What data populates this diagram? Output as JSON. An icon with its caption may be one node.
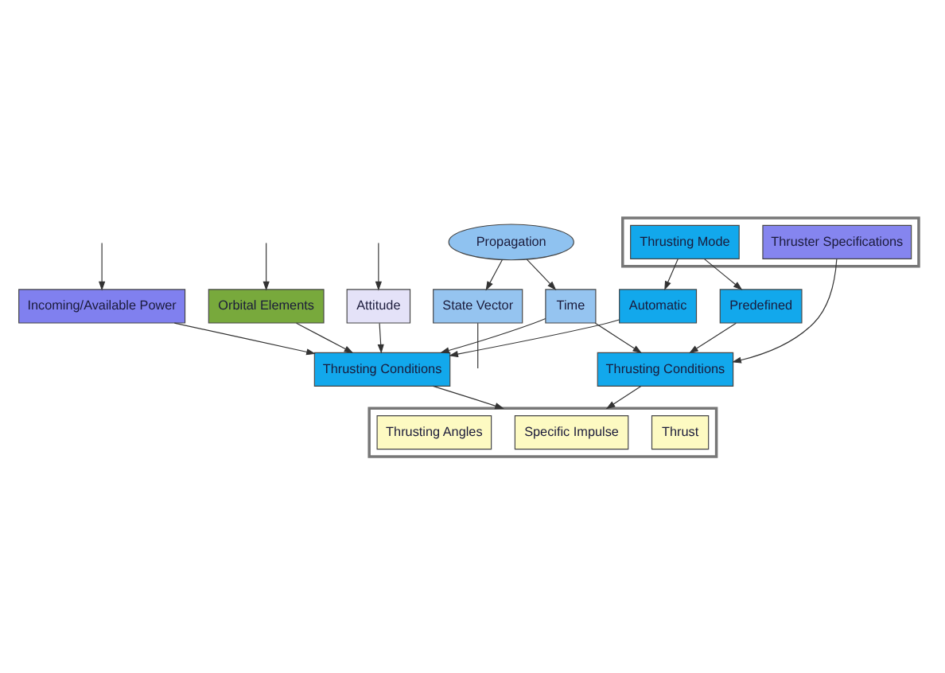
{
  "diagram": {
    "nodes": [
      {
        "text": [],
        "shape": "box"
      },
      {
        "text": [
          "Thrusting Mode"
        ],
        "in": 0
      },
      {
        "text": [
          "Thruster Specifications"
        ],
        "in": 0
      },
      {
        "text": [
          "Propagation"
        ]
      },
      {
        "text": [
          "Predefined"
        ]
      },
      {
        "text": [
          "Thrusting Conditions"
        ]
      },
      {
        "text": [
          "Time"
        ]
      },
      {
        "text": [
          "State Vector"
        ]
      },
      {
        "text": [
          "Automatic"
        ]
      },
      {
        "text": [
          "Thrusting Conditions"
        ]
      },
      {
        "text": [
          "Orbital Elements"
        ]
      },
      {
        "text": [
          "Attitude"
        ]
      },
      {
        "text": [],
        "shape": "box"
      },
      {
        "text": [
          "Thrust"
        ],
        "in": 12
      },
      {
        "text": [
          "Specific Impulse"
        ],
        "in": 12
      },
      {
        "text": [
          "Thrusting Angles"
        ],
        "in": 12
      },
      {
        "text": [
          "Incoming/Available Power"
        ]
      }
    ],
    "edges": [
      {
        "from": 1,
        "to": 4,
        "arrow": "to"
      },
      {
        "from": 1,
        "to": 8,
        "arrow": "to"
      },
      {
        "from": 2,
        "to": 5,
        "arrow": "to"
      },
      {
        "from": 4,
        "to": 5,
        "arrow": "to"
      },
      {
        "from": 6,
        "to": 5,
        "arrow": "to"
      },
      {
        "from": 3,
        "to": 6,
        "arrow": "to"
      },
      {
        "from": 3,
        "to": 7,
        "arrow": "to"
      },
      {
        "from": 7,
        "to": null,
        "arrow": "none"
      },
      {
        "from": 6,
        "to": 9,
        "arrow": "to"
      },
      {
        "from": 8,
        "to": 9,
        "arrow": "to"
      },
      {
        "from": 10,
        "to": 9,
        "arrow": "to"
      },
      {
        "from": 11,
        "to": 9,
        "arrow": "to"
      },
      {
        "from": 16,
        "to": 9,
        "arrow": "to"
      },
      {
        "from": null,
        "to": 10,
        "arrow": "to"
      },
      {
        "from": null,
        "to": 11,
        "arrow": "to"
      },
      {
        "from": null,
        "to": 16,
        "arrow": "to"
      },
      {
        "from": 5,
        "to": 12,
        "arrow": "to"
      },
      {
        "from": 9,
        "to": 12,
        "arrow": "to"
      }
    ]
  }
}
